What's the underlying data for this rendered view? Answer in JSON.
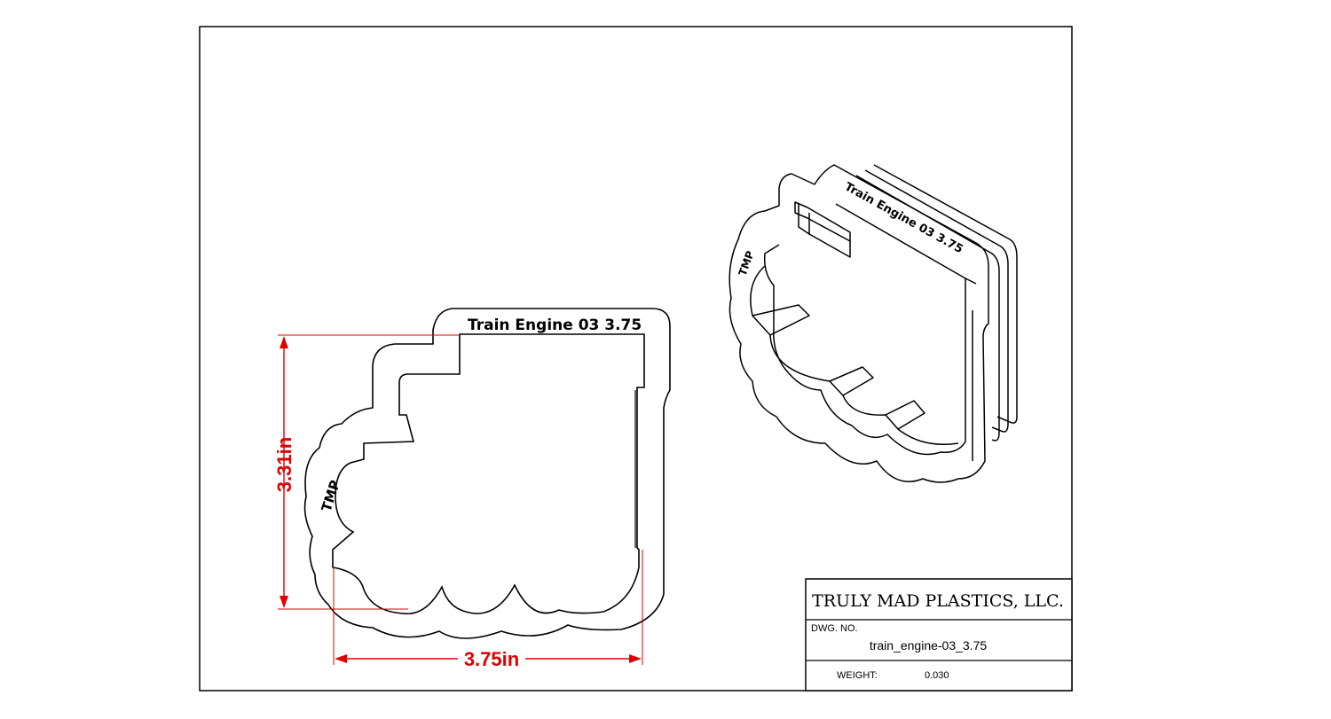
{
  "part": {
    "engraving": "Train Engine 03  3.75",
    "logo": "TMP"
  },
  "dimensions": {
    "height": "3.31in",
    "width": "3.75in"
  },
  "title_block": {
    "company": "TRULY MAD PLASTICS, LLC.",
    "dwg_no_label": "DWG.  NO.",
    "dwg_no": "train_engine-03_3.75",
    "weight_label": "WEIGHT:",
    "weight": "0.030"
  },
  "colors": {
    "dimension": "#e00000",
    "line": "#000000"
  }
}
